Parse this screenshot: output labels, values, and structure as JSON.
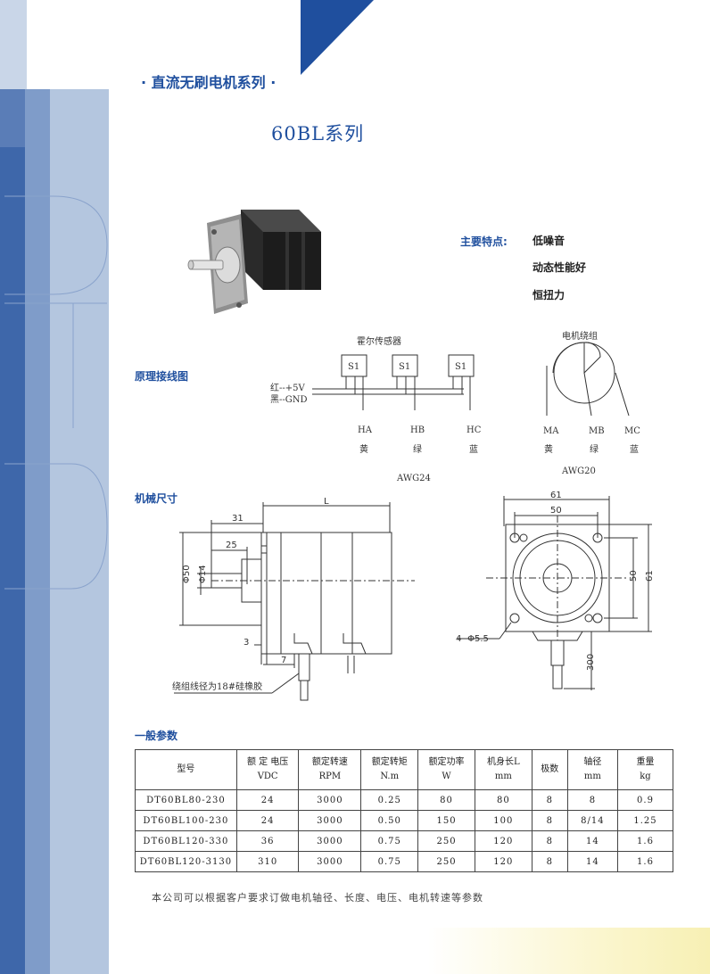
{
  "header": {
    "series_banner": "· 直流无刷电机系列 ·",
    "page_title": "60BL系列"
  },
  "features": {
    "label": "主要特点:",
    "items": [
      "低噪音",
      "动态性能好",
      "恒扭力"
    ]
  },
  "wiring": {
    "section_label": "原理接线图",
    "hall_title": "霍尔传感器",
    "sensor_box": "S1",
    "power_red": "红--+5V",
    "power_black": "黑--GND",
    "hall_leads": [
      "HA",
      "HB",
      "HC"
    ],
    "hall_colors": [
      "黄",
      "绿",
      "蓝"
    ],
    "hall_gauge": "AWG24",
    "winding_title": "电机绕组",
    "motor_leads": [
      "MA",
      "MB",
      "MC"
    ],
    "motor_colors": [
      "黄",
      "绿",
      "蓝"
    ],
    "motor_gauge": "AWG20"
  },
  "mechanical": {
    "section_label": "机械尺寸",
    "side_dims": {
      "length": "L",
      "d31": "31",
      "d25": "25",
      "phi50": "Φ50",
      "phi14": "Φ14",
      "d3": "3",
      "d7": "7"
    },
    "front_dims": {
      "w61": "61",
      "w50": "50",
      "h50": "50",
      "h61": "61",
      "holes": "4- Φ5.5",
      "lead": "300"
    },
    "cable_note": "绕组线径为18#硅橡胶"
  },
  "params": {
    "section_label": "一般参数",
    "headers": [
      [
        "型号"
      ],
      [
        "额 定 电压",
        "VDC"
      ],
      [
        "额定转速",
        "RPM"
      ],
      [
        "额定转矩",
        "N.m"
      ],
      [
        "额定功率",
        "W"
      ],
      [
        "机身长L",
        "mm"
      ],
      [
        "极数"
      ],
      [
        "轴径",
        "mm"
      ],
      [
        "重量",
        "kg"
      ]
    ],
    "rows": [
      [
        "DT60BL80-230",
        "24",
        "3000",
        "0.25",
        "80",
        "80",
        "8",
        "8",
        "0.9"
      ],
      [
        "DT60BL100-230",
        "24",
        "3000",
        "0.50",
        "150",
        "100",
        "8",
        "8/14",
        "1.25"
      ],
      [
        "DT60BL120-330",
        "36",
        "3000",
        "0.75",
        "250",
        "120",
        "8",
        "14",
        "1.6"
      ],
      [
        "DT60BL120-3130",
        "310",
        "3000",
        "0.75",
        "250",
        "120",
        "8",
        "14",
        "1.6"
      ]
    ],
    "footnote": "本公司可以根据客户要求订做电机轴径、长度、电压、电机转速等参数"
  },
  "colors": {
    "brand_blue": "#1f4f9e",
    "band_dark": "#3e67aa",
    "band_light": "#b4c6df"
  },
  "icons": [
    "motor-photo"
  ]
}
